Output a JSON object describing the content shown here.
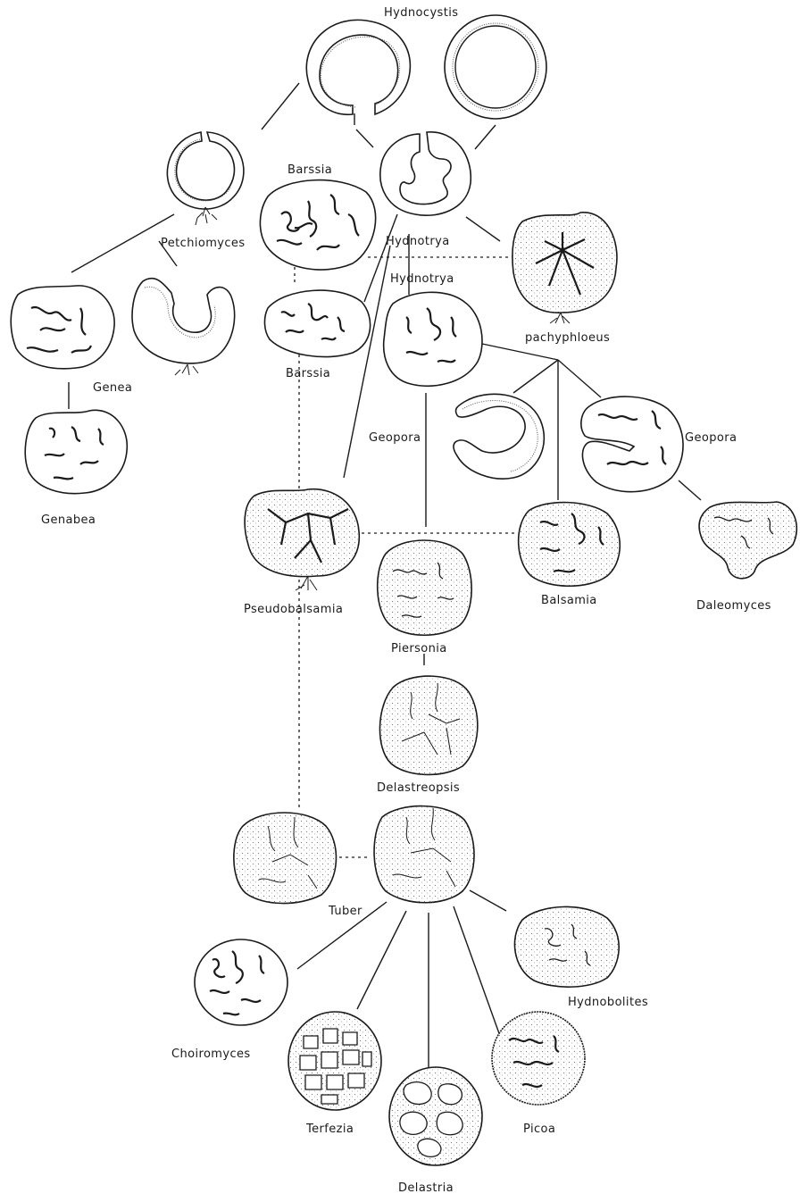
{
  "diagram": {
    "labels": {
      "hydnocystis": "Hydnocystis",
      "petchiomyces": "Petchiomyces",
      "barssia_top": "Barssia",
      "barssia_bottom": "Barssia",
      "hydnotrya_top": "Hydnotrya",
      "hydnotrya_bottom": "Hydnotrya",
      "pachyphloeus": "pachyphloeus",
      "genea": "Genea",
      "genabea": "Genabea",
      "geopora_left": "Geopora",
      "geopora_right": "Geopora",
      "pseudobalsamia": "Pseudobalsamia",
      "piersonia": "Piersonia",
      "balsamia": "Balsamia",
      "daleomyces": "Daleomyces",
      "delastreopsis": "Delastreopsis",
      "tuber": "Tuber",
      "hydnobolites": "Hydnobolites",
      "choiromyces": "Choiromyces",
      "terfezia": "Terfezia",
      "picoa": "Picoa",
      "delastria": "Delastria"
    }
  }
}
